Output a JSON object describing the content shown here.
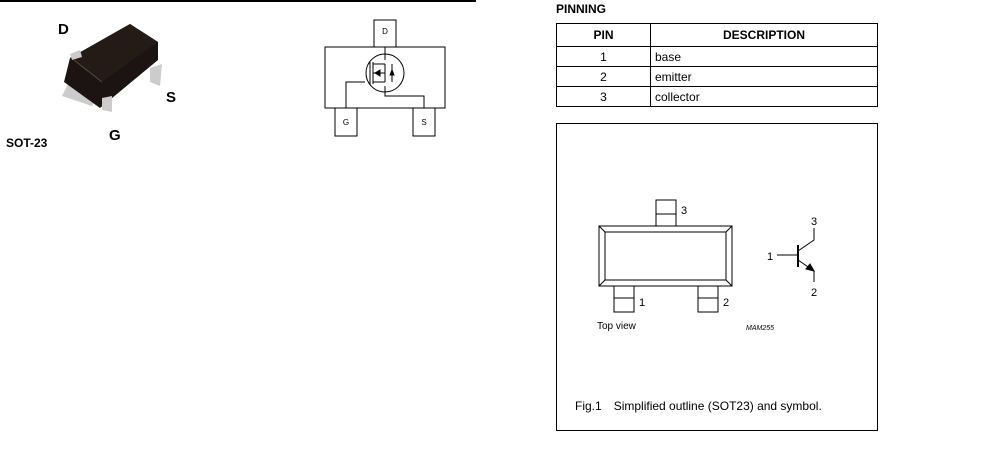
{
  "package": {
    "label": "SOT-23",
    "pins": {
      "drain": "D",
      "gate": "G",
      "source": "S"
    }
  },
  "mosfet_diagram": {
    "pins": {
      "drain": "D",
      "gate": "G",
      "source": "S"
    }
  },
  "pinning": {
    "title": "PINNING",
    "headers": [
      "PIN",
      "DESCRIPTION"
    ],
    "rows": [
      {
        "pin": "1",
        "description": "base"
      },
      {
        "pin": "2",
        "description": "emitter"
      },
      {
        "pin": "3",
        "description": "collector"
      }
    ]
  },
  "figure": {
    "pin_labels": {
      "p1": "1",
      "p2": "2",
      "p3": "3"
    },
    "symbol_labels": {
      "base": "1",
      "emitter": "2",
      "collector": "3"
    },
    "view_label": "Top view",
    "code": "MAM255",
    "caption_num": "Fig.1",
    "caption": "Simplified outline (SOT23) and symbol."
  }
}
